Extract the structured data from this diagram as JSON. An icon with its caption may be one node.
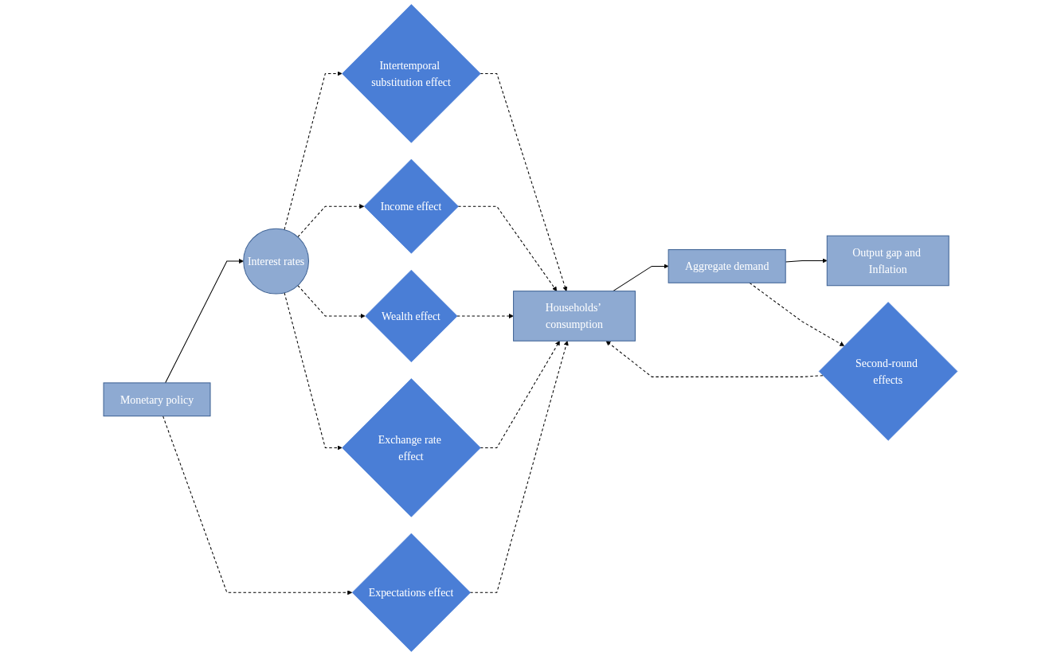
{
  "diagram": {
    "nodes": [
      {
        "text": [
          "Monetary policy"
        ]
      },
      {
        "text": [
          "Interest rates"
        ]
      },
      {
        "text": [
          "Intertemporal substitution effect"
        ]
      },
      {
        "text": [
          "Income effect"
        ]
      },
      {
        "text": [
          "Wealth effect"
        ]
      },
      {
        "text": [
          "Exchange rate effect"
        ]
      },
      {
        "text": [
          "Households’ consumption"
        ]
      },
      {
        "text": [
          "Aggregate demand"
        ]
      },
      {
        "text": [
          "Output gap and Inflation"
        ]
      },
      {
        "text": [
          "Second-round effects"
        ]
      },
      {
        "text": [
          "Expectations effect"
        ]
      }
    ],
    "edges": [
      {
        "from": 0,
        "to": 1,
        "arrow": "to"
      },
      {
        "from": 1,
        "to": 2,
        "arrow": "to",
        "style": "dashed"
      },
      {
        "from": 1,
        "to": 3,
        "arrow": "to",
        "style": "dashed"
      },
      {
        "from": 1,
        "to": 4,
        "arrow": "to",
        "style": "dashed"
      },
      {
        "from": 1,
        "to": 5,
        "arrow": "to",
        "style": "dashed"
      },
      {
        "from": 2,
        "to": 6,
        "arrow": "to",
        "style": "dashed"
      },
      {
        "from": 3,
        "to": 6,
        "arrow": "to",
        "style": "dashed"
      },
      {
        "from": 4,
        "to": 6,
        "arrow": "to",
        "style": "dashed"
      },
      {
        "from": 5,
        "to": 6,
        "arrow": "to",
        "style": "dashed"
      },
      {
        "from": 6,
        "to": 7,
        "arrow": "to"
      },
      {
        "from": 7,
        "to": 8,
        "arrow": "to"
      },
      {
        "from": 7,
        "to": 9,
        "arrow": "to",
        "style": "dashed"
      },
      {
        "from": 9,
        "to": 6,
        "arrow": "to",
        "style": "dashed"
      },
      {
        "from": 0,
        "to": 10,
        "arrow": "to",
        "style": "dashed"
      },
      {
        "from": 10,
        "to": 6,
        "arrow": "to",
        "style": "dashed"
      }
    ]
  }
}
